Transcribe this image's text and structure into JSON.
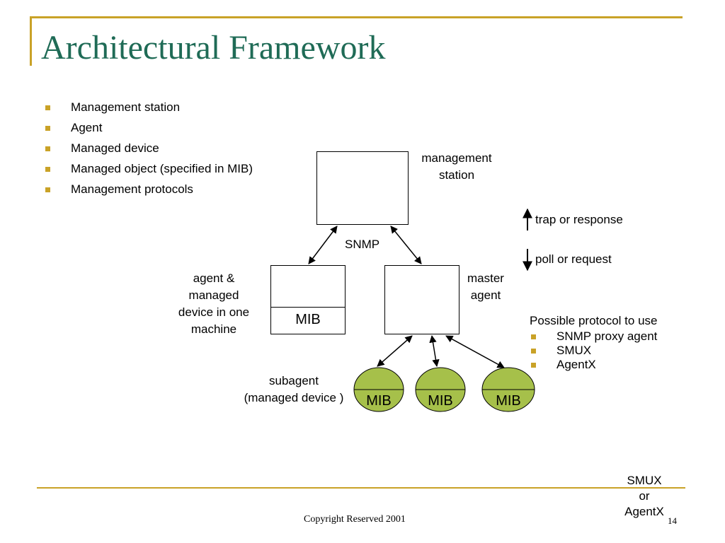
{
  "title": "Architectural Framework",
  "bullets": [
    "Management station",
    "Agent",
    "Managed device",
    "Managed object (specified in MIB)",
    "Management protocols"
  ],
  "diagram": {
    "station_label": "management\nstation",
    "snmp_label": "SNMP",
    "agent_label": "agent &\nmanaged\ndevice in one\nmachine",
    "agent_mib": "MIB",
    "master_label": "master\nagent",
    "subagent_label": "subagent\n(managed device )",
    "subagent_mibs": [
      "MIB",
      "MIB",
      "MIB"
    ],
    "smux_label": "SMUX\nor\nAgentX",
    "legend_up": "trap or response",
    "legend_down": "poll or request",
    "ellipse_fill": "#a6c04a",
    "accent": "#c9a227",
    "title_color": "#1f6b56"
  },
  "protocols": {
    "title": "Possible protocol to use",
    "items": [
      "SNMP proxy agent",
      "SMUX",
      "AgentX"
    ]
  },
  "footer": {
    "copyright": "Copyright Reserved 2001",
    "page": "14"
  }
}
